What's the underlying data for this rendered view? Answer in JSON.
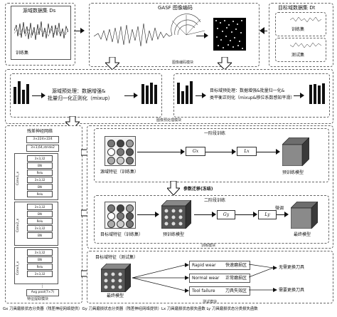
{
  "top": {
    "source_title": "源域数据集 Ds",
    "source_caption": "训练集",
    "gasf_title": "GASF 图像编码",
    "gasf_section": "图像编码模块",
    "target_title": "目标域数据集 Dt",
    "target_train": "训练集",
    "target_test": "测试集"
  },
  "preprocess": {
    "left_line1": "源域预处理：数据增强&",
    "left_line2": "批量归一化正则化（mixup）",
    "right_line1": "目标域预处理：数据增强&批量归一化&",
    "right_line2": "类平衡正则化（mixup&移位系数感知平滑）",
    "section": "图像预处理模块"
  },
  "resnet": {
    "title": "残差神经网络",
    "input": "3×224×224",
    "conv1": "3×3,64,stride2",
    "layers": [
      "3×3,32",
      "BN",
      "Relu",
      "3×3,32",
      "BN",
      "Relu",
      "3×3,32",
      "BN",
      "Relu",
      "3×3,32"
    ],
    "stage_labels": [
      "Conv1_x",
      "Conv2_x",
      "Conv3_x"
    ],
    "pool": "Avg pool(7×7)",
    "section": "特征提取模块",
    "ellipsis": "⋮"
  },
  "stage1": {
    "title": "一阶段训练",
    "gx": "Gx",
    "lx": "Lx",
    "caption": "源域特征（训练集）",
    "model": "预训练模型"
  },
  "transfer": {
    "label": "参数迁移(冻结)"
  },
  "stage2": {
    "title": "二阶段训练",
    "gy": "Gy",
    "ly": "Ly",
    "finetune": "微调",
    "caption": "目标域特征（训练集）",
    "pre_model": "预训练模型",
    "final_model": "最终模型",
    "section": "训练模块"
  },
  "test": {
    "caption": "目标域特征（测试集）",
    "model": "最终模型",
    "rows": [
      {
        "state": "Rapid wear",
        "zone": "快速磨损区",
        "action": "无需更换刀具"
      },
      {
        "state": "Normal wear",
        "zone": "正常磨损区",
        "action": ""
      },
      {
        "state": "Tool failure",
        "zone": "刀具失效区",
        "action": "需要更换刀具"
      }
    ],
    "section": "测试模块"
  },
  "footnote": "Gx 刀具磨损状态分类器（残差神经网络提供）Gy 刀具磨损状态分类器（残差神经网络提供）Lx 刀具磨损状态损失函数 Ly 刀具磨损状态分类损失函数"
}
